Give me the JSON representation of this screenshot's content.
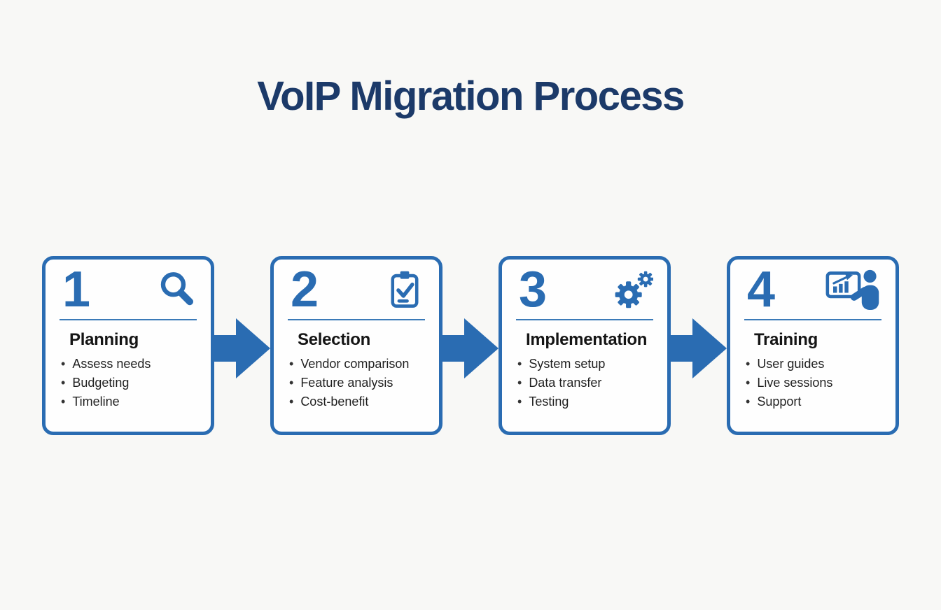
{
  "title": "VoIP Migration Process",
  "colors": {
    "accent_blue": "#2a6cb2",
    "title_navy": "#1c3a69",
    "body_text": "#1f1f1f",
    "background": "#f8f8f6",
    "card_background": "#fefefe"
  },
  "steps": [
    {
      "number": "1",
      "icon": "search-icon",
      "title": "Planning",
      "items": [
        "Assess needs",
        "Budgeting",
        "Timeline"
      ]
    },
    {
      "number": "2",
      "icon": "clipboard-check-icon",
      "title": "Selection",
      "items": [
        "Vendor comparison",
        "Feature analysis",
        "Cost-benefit"
      ]
    },
    {
      "number": "3",
      "icon": "gears-icon",
      "title": "Implementation",
      "items": [
        "System setup",
        "Data transfer",
        "Testing"
      ]
    },
    {
      "number": "4",
      "icon": "presenter-chart-icon",
      "title": "Training",
      "items": [
        "User guides",
        "Live sessions",
        "Support"
      ]
    }
  ]
}
